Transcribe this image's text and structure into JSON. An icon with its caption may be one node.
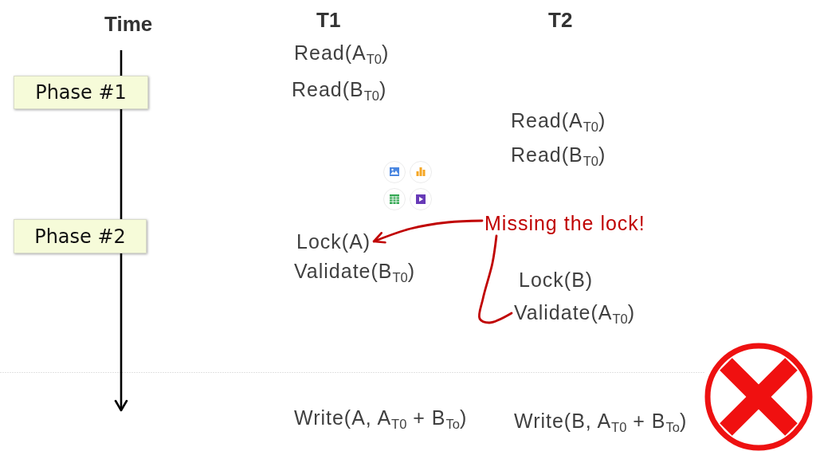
{
  "diagram": {
    "nodes": [
      {
        "text": [
          "Phase #1"
        ]
      },
      {
        "text": [
          "Phase #2"
        ]
      },
      {
        "text": [
          "Lock(A)"
        ]
      },
      {
        "text": [
          "Missing the lock!"
        ]
      },
      {
        "text": [
          "Validate(A$_{T0}$)"
        ]
      }
    ],
    "edges": [
      {
        "from": 3,
        "to": 2,
        "arrow": "to",
        "color": "#c00000"
      },
      {
        "from": 3,
        "to": 4,
        "arrow": "none",
        "color": "#c00000"
      }
    ],
    "labels": [
      "Time",
      "T1",
      "T2",
      "Read(A$_{T0}$)",
      "Read(B$_{T0}$)",
      "Read(A$_{T0}$)",
      "Read(B$_{T0}$)",
      "Validate(B$_{T0}$)",
      "Lock(B)",
      "Write(A, A$_{T0}$ + B$_{To}$)",
      "Write(B, A$_{T0}$ + B$_{To}$)"
    ]
  }
}
